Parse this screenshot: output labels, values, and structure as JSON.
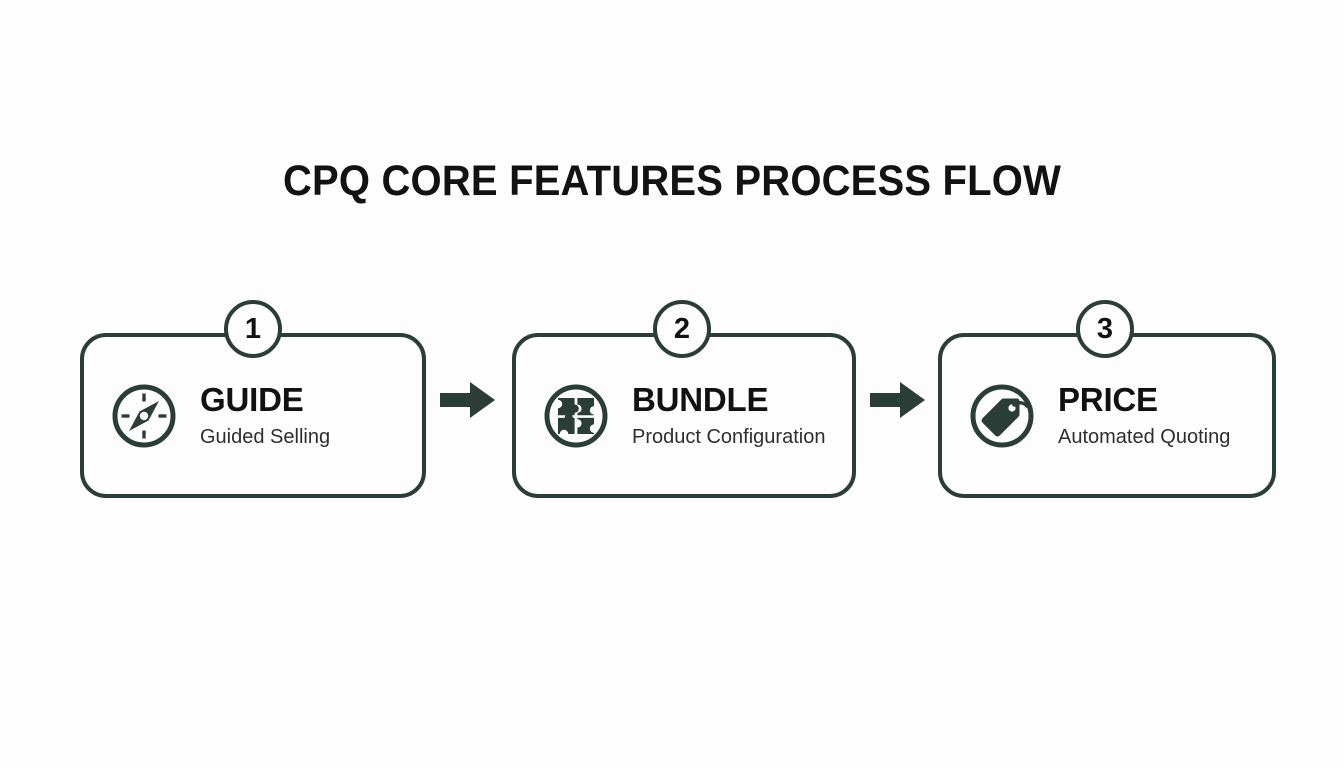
{
  "page": {
    "title": "CPQ CORE FEATURES PROCESS FLOW",
    "background_color": "#fdfdfd",
    "accent_color": "#2b3d37",
    "text_color": "#111111"
  },
  "flow": {
    "steps": [
      {
        "number": "1",
        "title": "GUIDE",
        "subtitle": "Guided Selling",
        "icon": "compass-icon"
      },
      {
        "number": "2",
        "title": "BUNDLE",
        "subtitle": "Product Configuration",
        "icon": "puzzle-piece-icon"
      },
      {
        "number": "3",
        "title": "PRICE",
        "subtitle": "Automated Quoting",
        "icon": "price-tag-icon"
      }
    ],
    "connectors": [
      {
        "icon": "arrow-right-icon"
      },
      {
        "icon": "arrow-right-icon"
      }
    ]
  }
}
